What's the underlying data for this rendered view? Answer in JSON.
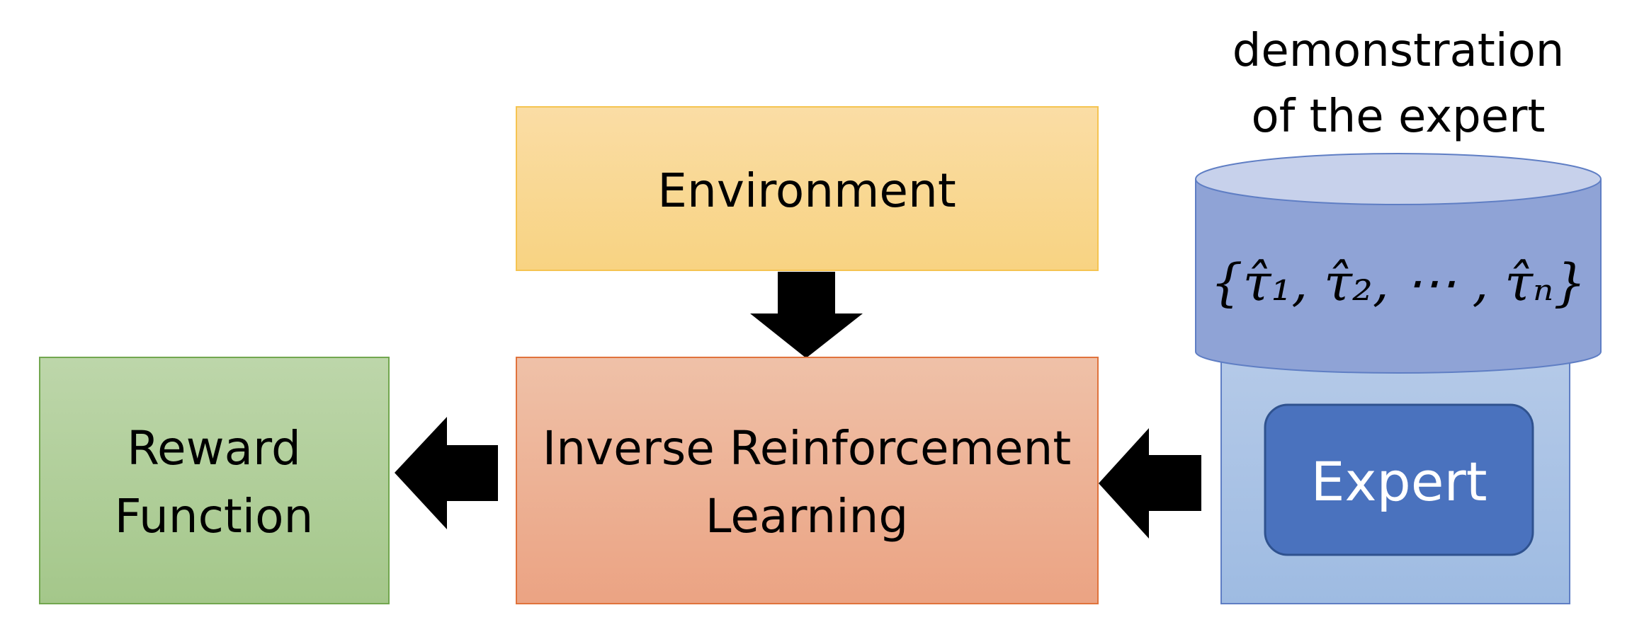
{
  "environment": {
    "label": "Environment"
  },
  "irl": {
    "line1": "Inverse Reinforcement",
    "line2": "Learning"
  },
  "reward": {
    "line1": "Reward",
    "line2": "Function"
  },
  "expert": {
    "label": "Expert"
  },
  "demonstration": {
    "caption_line1": "demonstration",
    "caption_line2": "of the expert",
    "set_notation": "{τ̂₁, τ̂₂, ⋯ , τ̂ₙ}"
  },
  "colors": {
    "environment_fill_top": "#FADDA5",
    "environment_fill_bottom": "#F8D382",
    "environment_stroke": "#F5C451",
    "irl_fill_top": "#EFC1A8",
    "irl_fill_bottom": "#EBA383",
    "irl_stroke": "#E0733C",
    "reward_fill_top": "#BDD6AA",
    "reward_fill_bottom": "#A4C78A",
    "reward_stroke": "#72A74F",
    "cylinder_body": "#8FA3D6",
    "cylinder_top": "#C7D1EB",
    "cylinder_stroke": "#5F7EC4",
    "expert_back_top": "#B5CAE8",
    "expert_back_bottom": "#9EBBE2",
    "expert_button": "#4A72BE",
    "expert_button_stroke": "#2F528F",
    "arrow": "#000000"
  }
}
